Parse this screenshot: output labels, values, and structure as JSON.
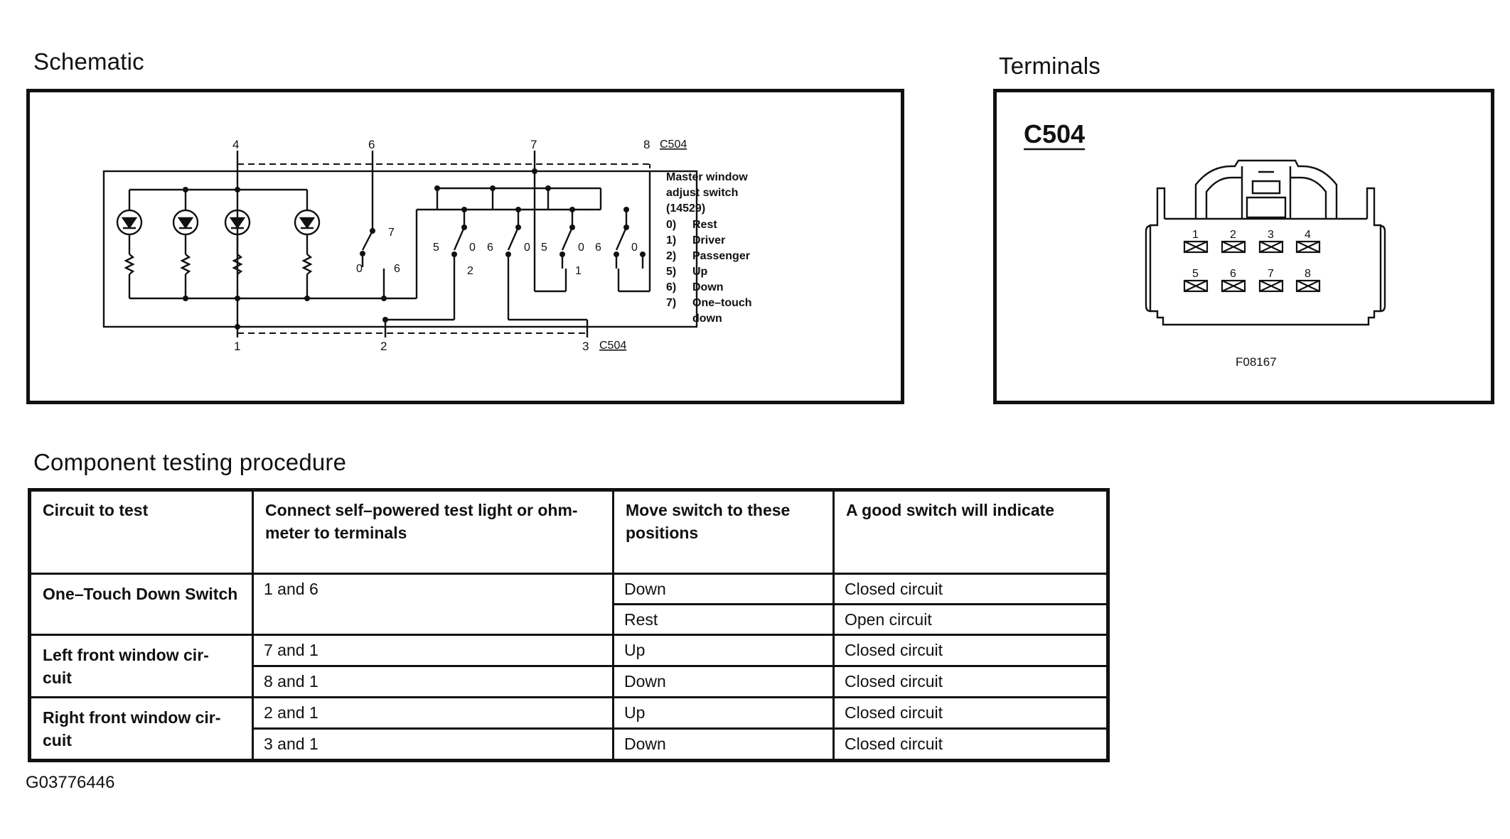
{
  "schematic": {
    "heading": "Schematic",
    "top_pins": [
      "4",
      "6",
      "7",
      "8"
    ],
    "bottom_pins": [
      "1",
      "2",
      "3"
    ],
    "connector_top_label": "C504",
    "connector_bottom_label": "C504",
    "switch_labels": {
      "onetouch_sw_pos": "7",
      "onetouch_rest_left": "0",
      "onetouch_rest_right": "6",
      "left_pair_a": [
        "5",
        "0",
        "6",
        "0"
      ],
      "left_group_num": "2",
      "right_pair_a": [
        "5",
        "0",
        "6",
        "0"
      ],
      "right_group_num": "1"
    },
    "legend_title": [
      "Master window",
      "adjust switch",
      "(14529)"
    ],
    "legend_items": [
      {
        "code": "0)",
        "label": "Rest"
      },
      {
        "code": "1)",
        "label": "Driver"
      },
      {
        "code": "2)",
        "label": "Passenger"
      },
      {
        "code": "5)",
        "label": "Up"
      },
      {
        "code": "6)",
        "label": "Down"
      },
      {
        "code": "7)",
        "label": "One–touch"
      },
      {
        "code": "",
        "label": "down"
      }
    ]
  },
  "terminals": {
    "heading": "Terminals",
    "connector_name": "C504",
    "pins_top": [
      "1",
      "2",
      "3",
      "4"
    ],
    "pins_bottom": [
      "5",
      "6",
      "7",
      "8"
    ],
    "figure_code": "F08167"
  },
  "procedure": {
    "heading": "Component testing procedure",
    "columns": [
      "Circuit to test",
      "Connect self–powered test light or ohm- meter to terminals",
      "Move switch to these positions",
      "A good switch will indicate"
    ],
    "groups": [
      {
        "circuit": "One–Touch Down Switch",
        "terminals": "1 and 6",
        "rows": [
          {
            "position": "Down",
            "indicate": "Closed circuit"
          },
          {
            "position": "Rest",
            "indicate": "Open circuit"
          }
        ]
      },
      {
        "circuit": "Left front window cir- cuit",
        "rows": [
          {
            "terminals": "7 and 1",
            "position": "Up",
            "indicate": "Closed circuit"
          },
          {
            "terminals": "8 and 1",
            "position": "Down",
            "indicate": "Closed circuit"
          }
        ]
      },
      {
        "circuit": "Right front window cir- cuit",
        "rows": [
          {
            "terminals": "2 and 1",
            "position": "Up",
            "indicate": "Closed circuit"
          },
          {
            "terminals": "3 and 1",
            "position": "Down",
            "indicate": "Closed circuit"
          }
        ]
      }
    ]
  },
  "figure_id": "G03776446"
}
